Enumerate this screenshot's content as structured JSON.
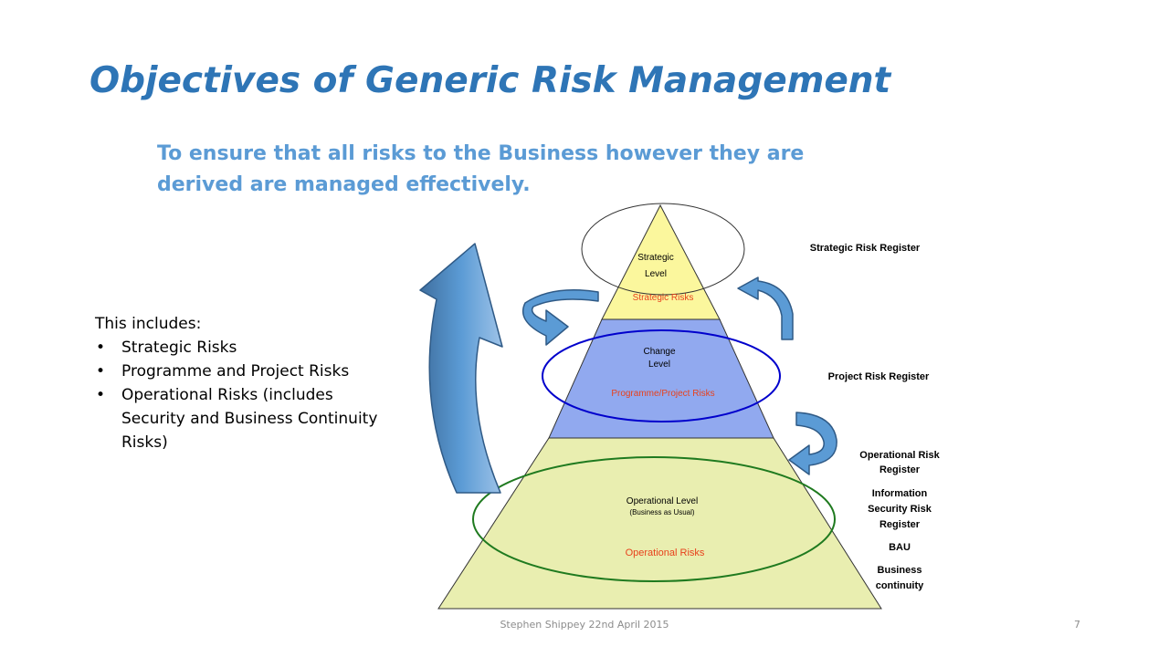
{
  "slide": {
    "title": "Objectives of Generic Risk Management",
    "subtitle": "To ensure that all risks to the Business however they  are derived are managed effectively.",
    "includes_heading": "This includes:",
    "includes_items": [
      "Strategic Risks",
      "Programme and Project Risks",
      "Operational Risks (includes Security and Business Continuity Risks)"
    ],
    "footer": "Stephen Shippey 22nd April 2015",
    "page_number": "7"
  },
  "pyramid": {
    "strategic": {
      "line1": "Strategic",
      "line2": "Level",
      "risks": "Strategic Risks"
    },
    "change": {
      "line1": "Change",
      "line2": "Level",
      "risks": "Programme/Project Risks"
    },
    "operational": {
      "line1": "Operational Level",
      "line2": "(Business as Usual)",
      "risks": "Operational Risks"
    }
  },
  "registers": {
    "strategic": "Strategic Risk Register",
    "project": "Project Risk Register",
    "operational_1": "Operational Risk",
    "operational_2": "Register",
    "infosec_1": "Information",
    "infosec_2": "Security Risk",
    "infosec_3": "Register",
    "bau": "BAU",
    "continuity_1": "Business",
    "continuity_2": "continuity"
  },
  "colors": {
    "title": "#2e75b6",
    "subtitle": "#5b9bd5",
    "strategic_fill": "#fbf79d",
    "change_fill": "#91a9ef",
    "operational_fill": "#e9eeb0",
    "risk_label": "#e8411c",
    "arrow_fill": "#5b9bd5",
    "change_ellipse": "#0000cc",
    "operational_ellipse": "#1f7a1f"
  }
}
